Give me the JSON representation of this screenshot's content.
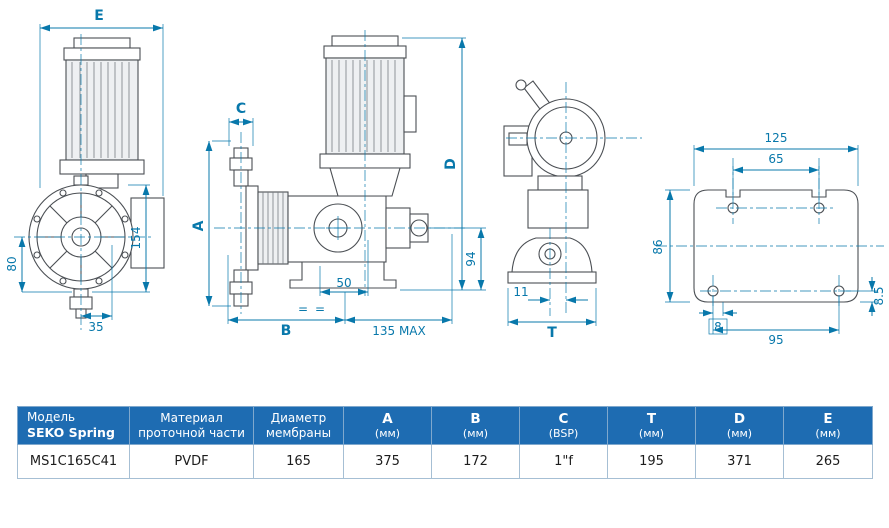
{
  "colors": {
    "dimension_accent": "#0878ab",
    "drawing_line": "#4b4f54",
    "table_header_bg": "#1e6cb2",
    "table_border": "#a6bfd4"
  },
  "drawing": {
    "views": {
      "front": {
        "dims": {
          "width_e": "E",
          "height_154": "154",
          "height_80": "80",
          "offset_35": "35"
        }
      },
      "side": {
        "dims": {
          "width_c": "C",
          "height_a": "A",
          "width_b": "B",
          "offset_50": "50",
          "width_135": "135 MAX",
          "equal_left": "=",
          "equal_right": "=",
          "height_d": "D",
          "height_94": "94"
        }
      },
      "end": {
        "dims": {
          "offset_11": "11",
          "width_t": "T"
        }
      },
      "base_plate": {
        "dims": {
          "width_125": "125",
          "hole_span_65": "65",
          "height_86": "86",
          "edge_8_5": "8.5",
          "offset_8": "8",
          "hole_span_95": "95"
        }
      }
    }
  },
  "table": {
    "headers": [
      {
        "line1": "Модель",
        "line2": "SEKO Spring"
      },
      {
        "line1": "Материал",
        "line2": "проточной части"
      },
      {
        "line1": "Диаметр",
        "line2": "мембраны"
      },
      {
        "line1": "A",
        "line2": "(мм)"
      },
      {
        "line1": "B",
        "line2": "(мм)"
      },
      {
        "line1": "C",
        "line2": "(BSP)"
      },
      {
        "line1": "T",
        "line2": "(мм)"
      },
      {
        "line1": "D",
        "line2": "(мм)"
      },
      {
        "line1": "E",
        "line2": "(мм)"
      }
    ],
    "row": [
      "MS1C165C41",
      "PVDF",
      "165",
      "375",
      "172",
      "1\"f",
      "195",
      "371",
      "265"
    ]
  }
}
